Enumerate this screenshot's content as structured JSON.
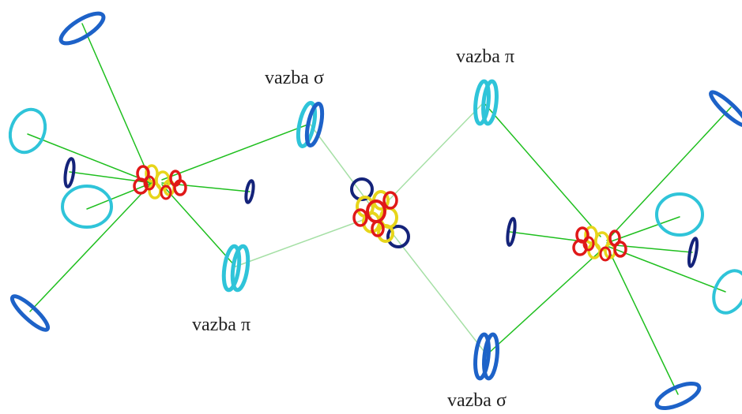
{
  "labels": {
    "sigma_top": "vazba σ",
    "pi_top": "vazba π",
    "pi_bottom": "vazba π",
    "sigma_bottom": "vazba σ"
  },
  "colors": {
    "background": "#ffffff",
    "bond_line": "#1fbf1f",
    "bond_line_faint": "#a6e0a6",
    "ring_blue": "#1d62c8",
    "ring_cyan": "#2fc4d9",
    "ring_navy": "#14237a",
    "cluster_red": "#e01818",
    "cluster_yellow": "#e7d51a",
    "label_text": "#222222"
  }
}
